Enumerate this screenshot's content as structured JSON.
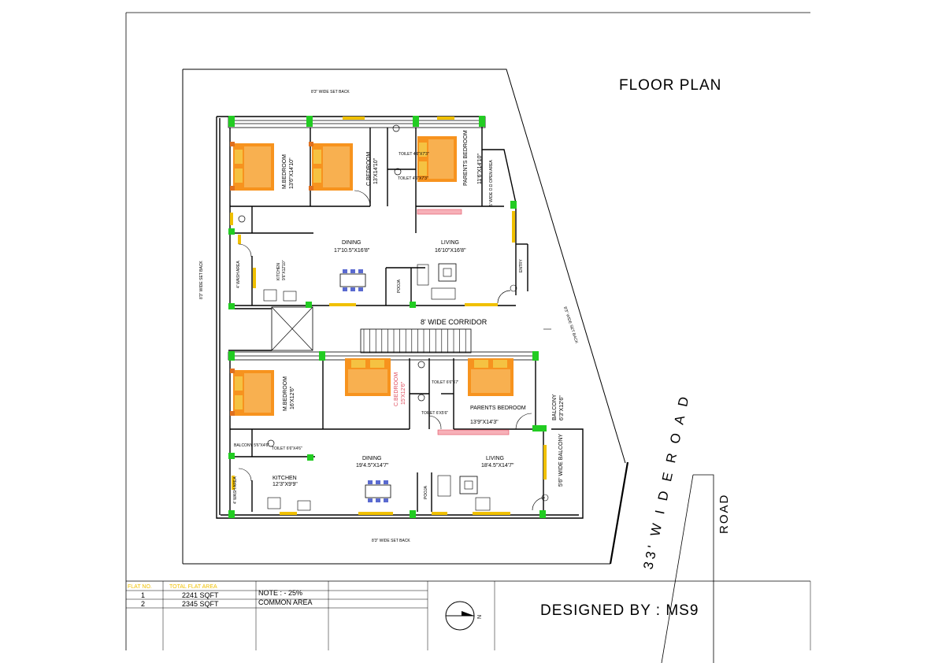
{
  "title": "FLOOR PLAN",
  "designer": "DESIGNED BY : MS9",
  "road": {
    "line1": "33' W I D E  R O A D",
    "line2": "ROAD"
  },
  "setbacks": {
    "top": "8'3\" WIDE SET BACK",
    "bottom": "8'3\" WIDE SET BACK",
    "left": "8'3\" WIDE SET BACK",
    "right": "8'3\" WIDE SET BACK"
  },
  "corridor": "8' WIDE CORRIDOR",
  "flat1": {
    "m_bedroom": {
      "name": "M.BEDROOM",
      "size": "13'6\"X14'10\""
    },
    "c_bedroom": {
      "name": "C.BEDROOM",
      "size": "13'X14'10\""
    },
    "p_bedroom": {
      "name": "PARENTS BEDROOM",
      "size": "11'6\"X14'10\""
    },
    "dining": {
      "name": "DINING",
      "size": "17'10.5\"X16'8\""
    },
    "living": {
      "name": "LIVING",
      "size": "16'10\"X16'8\""
    },
    "kitchen": {
      "name": "KITCHEN",
      "size": "9'6\"X12'10\""
    },
    "pooja": "POOJA",
    "entry": "ENTRY",
    "wash": "4' WASH AREA",
    "open_area": "5' WIDE O.D OPEN AREA",
    "toilet1": "TOILET 4'6\"X7'3\"",
    "toilet2": "TOILET 4'6\"X7'3\""
  },
  "flat2": {
    "m_bedroom": {
      "name": "M.BEDROOM",
      "size": "16'X12'6\""
    },
    "c_bedroom": {
      "name": "C.BEDROOM",
      "size": "15'X12'6\""
    },
    "p_bedroom": {
      "name": "PARENTS BEDROOM",
      "size": "13'9\"X14'3\""
    },
    "dining": {
      "name": "DINING",
      "size": "19'4.5\"X14'7\""
    },
    "living": {
      "name": "LIVING",
      "size": "18'4.5\"X14'7\""
    },
    "kitchen": {
      "name": "KITCHEN",
      "size": "12'3\"X9'9\""
    },
    "balcony_right": {
      "name": "BALCONY",
      "size": "6'3\"X12'6\""
    },
    "balcony_wide": "5'6\" WIDE BALCONY",
    "balcony_small": "BALCONY 5'6\"X4'6\"",
    "toilet_a": "TOILET 6'6\"X7'",
    "toilet_b": "TOILET 6'X5'6\"",
    "toilet_c": "TOILET 6'6\"X4'6\"",
    "pooja": "POOJA",
    "wash": "4' WASH AREA"
  },
  "table": {
    "headers": [
      "FLAT NO.",
      "TOTAL FLAT AREA"
    ],
    "rows": [
      [
        "1",
        "2241 SQFT"
      ],
      [
        "2",
        "2345 SQFT"
      ]
    ],
    "note": "NOTE : - 25%",
    "common": "COMMON AREA"
  },
  "colors": {
    "bed": "#f7931e",
    "pillow": "#f5c242",
    "window": "#f0c000",
    "opening": "#22cc22",
    "sofa_pink": "#e05060"
  }
}
